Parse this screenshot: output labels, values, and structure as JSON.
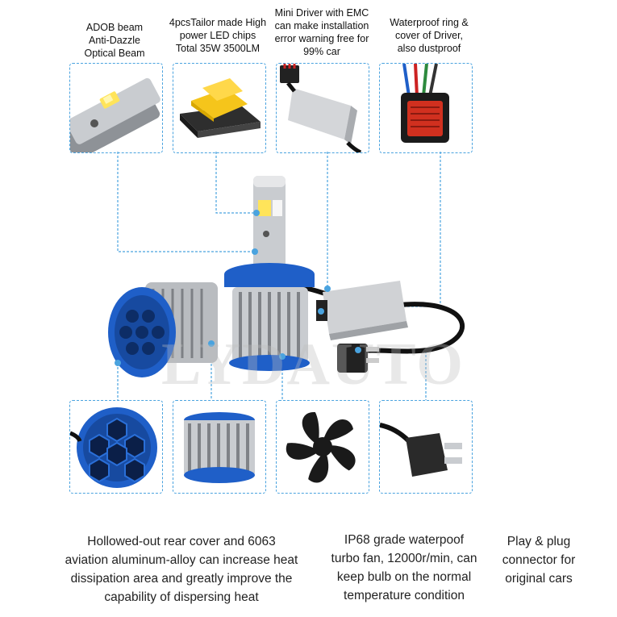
{
  "top_features": [
    {
      "lines": [
        "ADOB beam",
        "Anti-Dazzle",
        "Optical Beam"
      ]
    },
    {
      "lines": [
        "4pcsTailor made High",
        "power LED chips",
        "Total 35W 3500LM"
      ]
    },
    {
      "lines": [
        "Mini Driver with EMC",
        "can make installation",
        "error warning free for",
        "99% car"
      ]
    },
    {
      "lines": [
        "Waterproof ring &",
        "cover of Driver,",
        "also dustproof"
      ]
    }
  ],
  "bottom_features": [
    {
      "lines": [
        "Hollowed-out rear cover and 6063",
        "aviation aluminum-alloy can increase heat",
        "dissipation area and greatly improve the",
        "capability of dispersing heat"
      ]
    },
    {
      "lines": [
        "IP68 grade waterpoof",
        "turbo fan, 12000r/min, can",
        "keep bulb on the normal",
        "temperature condition"
      ]
    },
    {
      "lines": [
        "Play & plug",
        "connector for",
        "original cars"
      ]
    }
  ],
  "watermark": "LYDAUTO",
  "colors": {
    "accent": "#4aa3df",
    "blue_part": "#1f5fc8",
    "silver": "#c9ccd0"
  }
}
